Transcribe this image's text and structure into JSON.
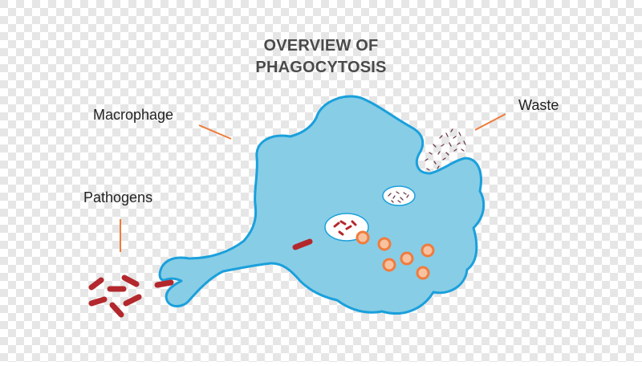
{
  "title": {
    "line1": "OVERVIEW OF",
    "line2": "PHAGOCYTOSIS"
  },
  "labels": {
    "macrophage": "Macrophage",
    "pathogens": "Pathogens",
    "waste": "Waste"
  },
  "colors": {
    "background_check_light": "#ffffff",
    "background_check_dark": "#e6e6e6",
    "cell_fill": "#87cde6",
    "cell_stroke": "#1aa0dc",
    "pathogen": "#b3282d",
    "leader_line": "#ef7b3a",
    "lysosome_outer": "#f07c3e",
    "lysosome_inner": "#f7c2a0",
    "vacuole_fill": "#ffffff",
    "title_text": "#4a4a4a",
    "label_text": "#222222"
  }
}
